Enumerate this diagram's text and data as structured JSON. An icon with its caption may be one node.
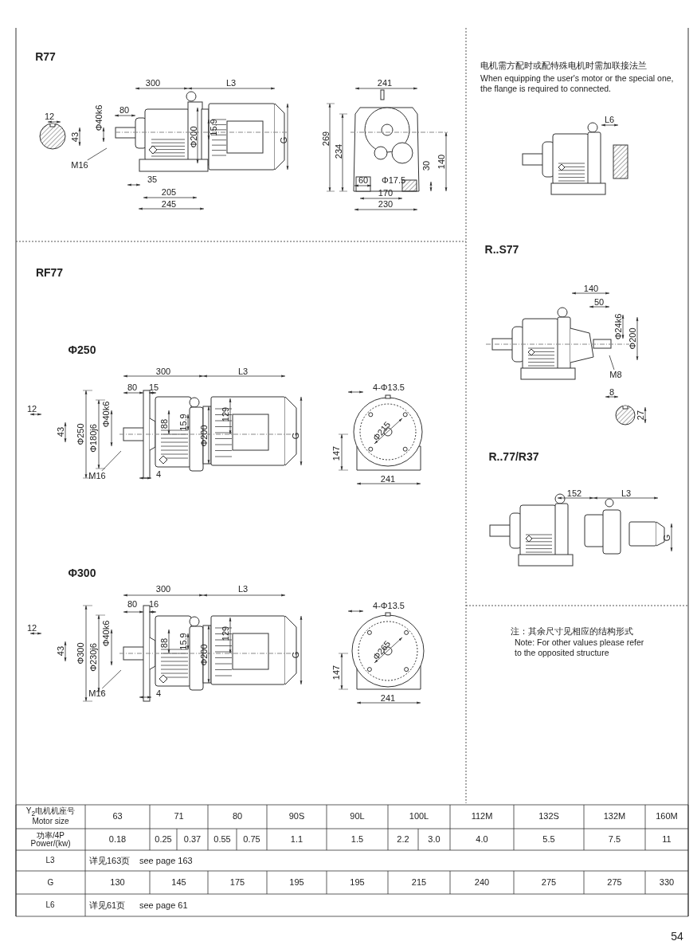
{
  "diagram": {
    "nodes": [
      {
        "text": [
          "M16"
        ]
      },
      {
        "text": [
          "M16"
        ]
      },
      {
        "text": [
          "M16"
        ]
      },
      {
        "text": [
          "M8"
        ]
      }
    ],
    "edges": [
      {
        "from": 0,
        "to": null,
        "arrow": "none"
      },
      {
        "from": 1,
        "to": null,
        "arrow": "none"
      },
      {
        "from": 2,
        "to": null,
        "arrow": "none"
      },
      {
        "from": 3,
        "to": null,
        "arrow": "none"
      }
    ],
    "labels": [
      "R77",
      "300",
      "L3",
      "12",
      "Φ40k6",
      "80",
      "15.9",
      "Φ200",
      "G",
      "43",
      "35",
      "205",
      "245",
      "241",
      "269",
      "234",
      "140",
      "30",
      "60",
      "Φ17.5",
      "170",
      "230",
      "电机需方配时或配特殊电机时需加联接法兰",
      "When equipping the user's motor or the special one, the flange is required to connected.",
      "L6",
      "RF77",
      "Φ250",
      "300",
      "L3",
      "80",
      "15",
      "4-Φ13.5",
      "12",
      "Φ250",
      "Φ180j6",
      "Φ40k6",
      "88",
      "15.9",
      "129",
      "Φ200",
      "43",
      "G",
      "Φ215",
      "147",
      "4",
      "241",
      "Φ300",
      "300",
      "L3",
      "80",
      "16",
      "4-Φ13.5",
      "12",
      "Φ300",
      "Φ230j6",
      "Φ40k6",
      "88",
      "15.9",
      "129",
      "Φ200",
      "43",
      "G",
      "Φ265",
      "147",
      "4",
      "241",
      "R..S77",
      "140",
      "50",
      "Φ24k6",
      "Φ200",
      "8",
      "27",
      "R..77/R37",
      "152",
      "L3",
      "G",
      "注：其余尺寸见相应的结构形式",
      "Note: For other values please refer to the opposited structure",
      "Y$_{2}$电机机座号 Motor size",
      "63",
      "71",
      "80",
      "90S",
      "90L",
      "100L",
      "112M",
      "132S",
      "132M",
      "160M",
      "功率/4P Power/(kw)",
      "0.18",
      "0.25",
      "0.37",
      "0.55",
      "0.75",
      "1.1",
      "1.5",
      "2.2",
      "3.0",
      "4.0",
      "5.5",
      "7.5",
      "11",
      "L3",
      "详见163页",
      "see page 163",
      "G",
      "130",
      "145",
      "175",
      "195",
      "195",
      "215",
      "240",
      "275",
      "275",
      "330",
      "L6",
      "详见61页",
      "see page 61",
      "54"
    ]
  }
}
